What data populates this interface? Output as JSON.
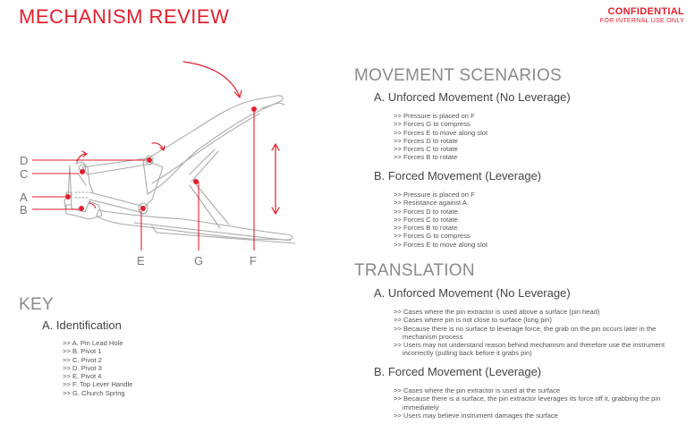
{
  "header": {
    "title": "MECHANISM REVIEW",
    "confidential": "CONFIDENTIAL",
    "confidential_sub": "FOR INTERNAL USE ONLY"
  },
  "diagram": {
    "labels": {
      "A": "A",
      "B": "B",
      "C": "C",
      "D": "D",
      "E": "E",
      "F": "F",
      "G": "G"
    },
    "accent_color": "#e31e2d",
    "line_color": "#aaaaaa"
  },
  "key": {
    "heading": "KEY",
    "subheading": "A. Identification",
    "items": [
      "A. Pin Lead Hole",
      "B. Pivot 1",
      "C. Pivot 2",
      "D. Pivot 3",
      "E. Pivot 4",
      "F. Top Lever Handle",
      "G. Church Spring"
    ]
  },
  "movement": {
    "heading": "MOVEMENT SCENARIOS",
    "unforced": {
      "title": "A. Unforced Movement (No Leverage)",
      "items": [
        "Pressure is placed on F",
        "Forces G to compress",
        "Forces E to move along slot",
        "Forces D to rotate",
        "Forces C to rotate",
        "Forces B to rotate"
      ]
    },
    "forced": {
      "title": "B. Forced Movement (Leverage)",
      "items": [
        "Pressure is placed on F",
        "Resistance against A",
        "Forces D to rotate",
        "Forces C to rotate",
        "Forces B to rotate",
        "Forces G to compress",
        "Forces E to move along slot"
      ]
    }
  },
  "translation": {
    "heading": "TRANSLATION",
    "unforced": {
      "title": "A. Unforced Movement (No Leverage)",
      "items": [
        "Cases where the pin extractor is used above a surface (pin head)",
        "Cases where pin is not close to surface (long pin)",
        "Because there is no surface to leverage force, the grab on the pin occurs later in the mechanism process",
        "Users may not understand reason behind mechanism and therefore use the instrument incorrectly (pulling back before it grabs pin)"
      ]
    },
    "forced": {
      "title": "B. Forced Movement (Leverage)",
      "items": [
        "Cases where the pin extractor is used at the surface",
        "Because there is a surface, the pin extractor leverages its force off it, grabbing the pin immediately",
        "Users may believe instrument damages the surface"
      ]
    }
  }
}
